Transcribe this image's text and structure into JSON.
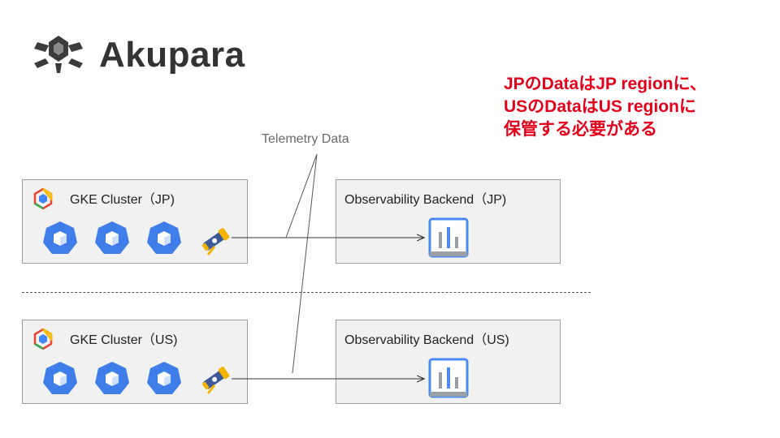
{
  "brand": {
    "name": "Akupara",
    "icon": "akupara-turtle-logo-icon"
  },
  "note": {
    "lines": [
      "JPのDataはJP regionに、",
      "USのDataはUS regionに",
      "保管する必要がある"
    ],
    "color": "#e3001b"
  },
  "telemetry_label": "Telemetry Data",
  "clusters": {
    "jp": {
      "title": "GKE Cluster（JP)",
      "icon": "gke-icon",
      "pods": [
        "pod-icon",
        "pod-icon",
        "pod-icon"
      ],
      "collector_icon": "telescope-icon"
    },
    "us": {
      "title": "GKE Cluster（US)",
      "icon": "gke-icon",
      "pods": [
        "pod-icon",
        "pod-icon",
        "pod-icon"
      ],
      "collector_icon": "telescope-icon"
    }
  },
  "backends": {
    "jp": {
      "title": "Observability Backend（JP)",
      "icon": "monitoring-chart-icon"
    },
    "us": {
      "title": "Observability Backend（US)",
      "icon": "monitoring-chart-icon"
    }
  },
  "colors": {
    "pod": "#3f7ee8",
    "box_bg": "#f1f1f1",
    "box_border": "#9e9e9e",
    "monitor": "#4a8af4"
  }
}
